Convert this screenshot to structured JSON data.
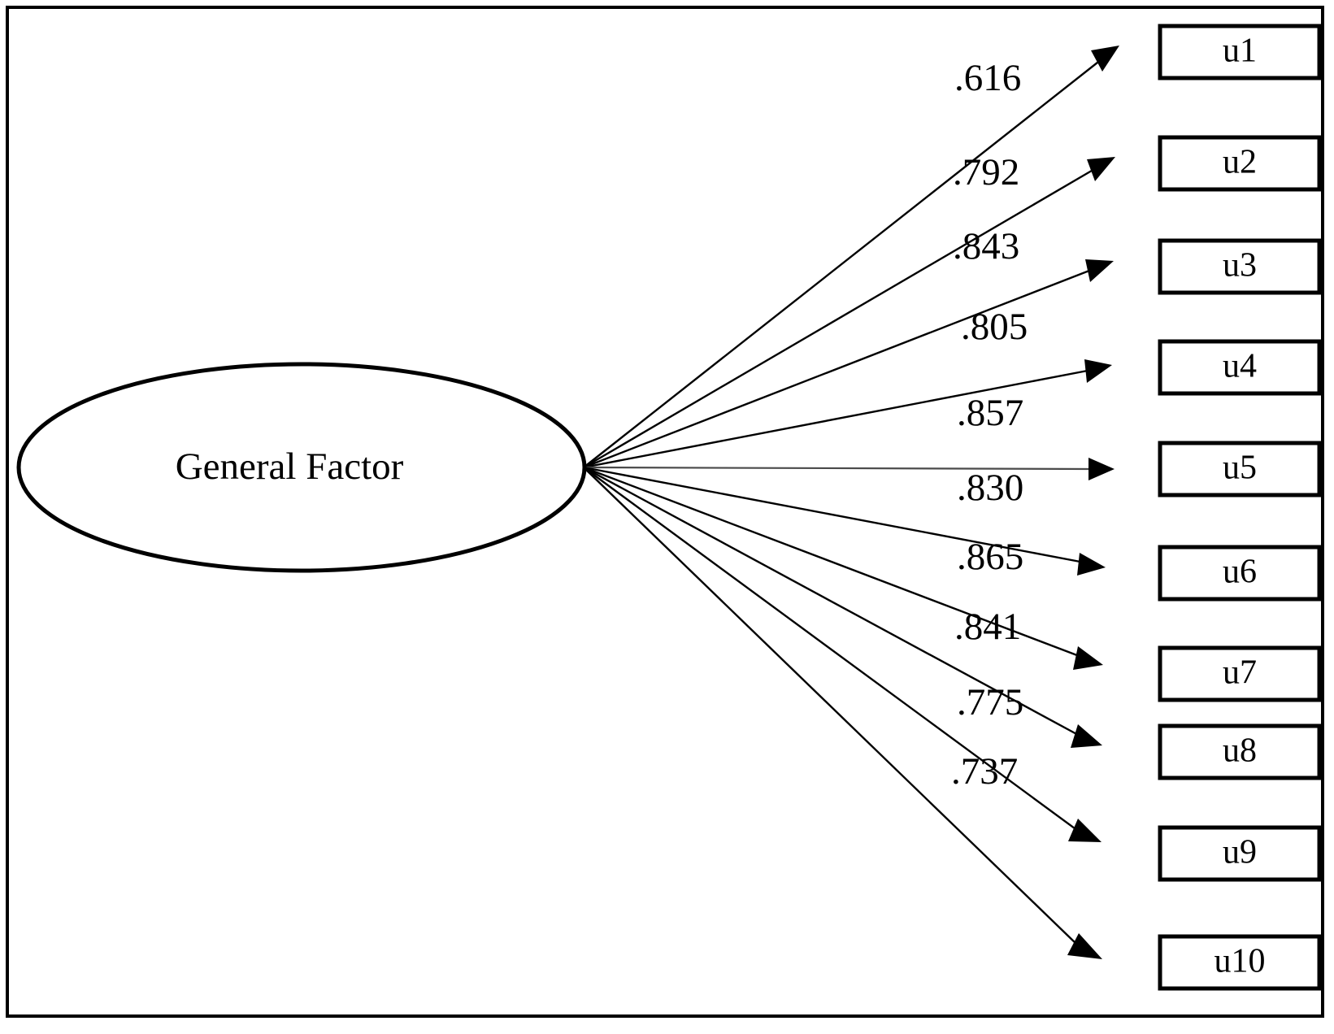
{
  "diagram": {
    "type": "sem-path-diagram",
    "title": "",
    "latent_factor": {
      "name": "General Factor",
      "shape": "ellipse"
    },
    "indicators": [
      {
        "name": "u1",
        "loading": ".616"
      },
      {
        "name": "u2",
        "loading": ".792"
      },
      {
        "name": "u3",
        "loading": ".843"
      },
      {
        "name": "u4",
        "loading": ".805"
      },
      {
        "name": "u5",
        "loading": ".857"
      },
      {
        "name": "u6",
        "loading": ".830"
      },
      {
        "name": "u7",
        "loading": ".865"
      },
      {
        "name": "u8",
        "loading": ".841"
      },
      {
        "name": "u9",
        "loading": ".775"
      },
      {
        "name": "u10",
        "loading": ".737"
      }
    ],
    "colors": {
      "stroke": "#000000",
      "background": "#ffffff",
      "light_path": "#4a4a4a"
    }
  }
}
